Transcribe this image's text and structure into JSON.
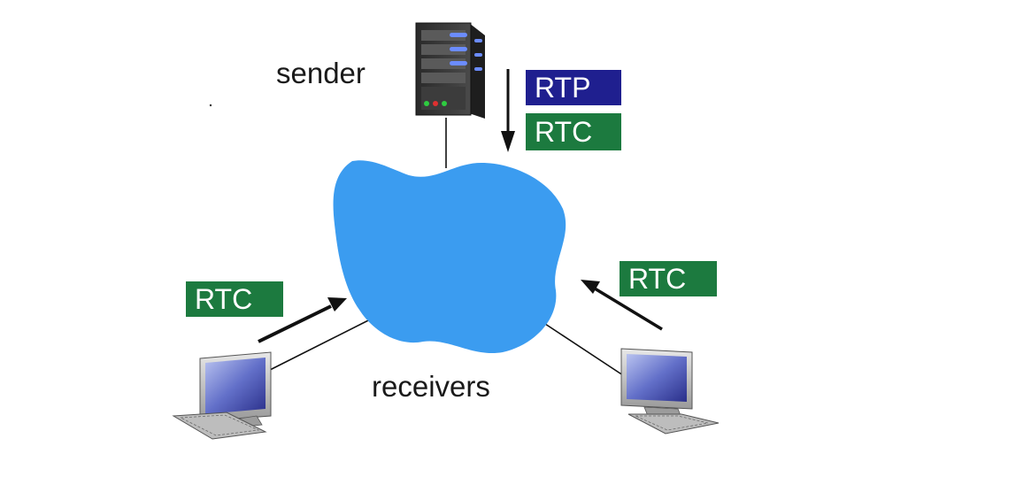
{
  "labels": {
    "sender": "sender",
    "receivers": "receivers"
  },
  "tags": {
    "sender_rtp": "RTP",
    "sender_rtc": "RTC",
    "left_receiver_rtc": "RTC",
    "right_receiver_rtc": "RTC"
  },
  "icons": {
    "server": "server-icon",
    "network": "network-cloud-icon",
    "left_computer": "desktop-computer-icon",
    "right_computer": "desktop-computer-icon"
  },
  "colors": {
    "network_cloud": "#3b9cf0",
    "rtp_tag": "#1f1f8f",
    "rtc_tag": "#1c7a3f",
    "arrow": "#111111"
  }
}
